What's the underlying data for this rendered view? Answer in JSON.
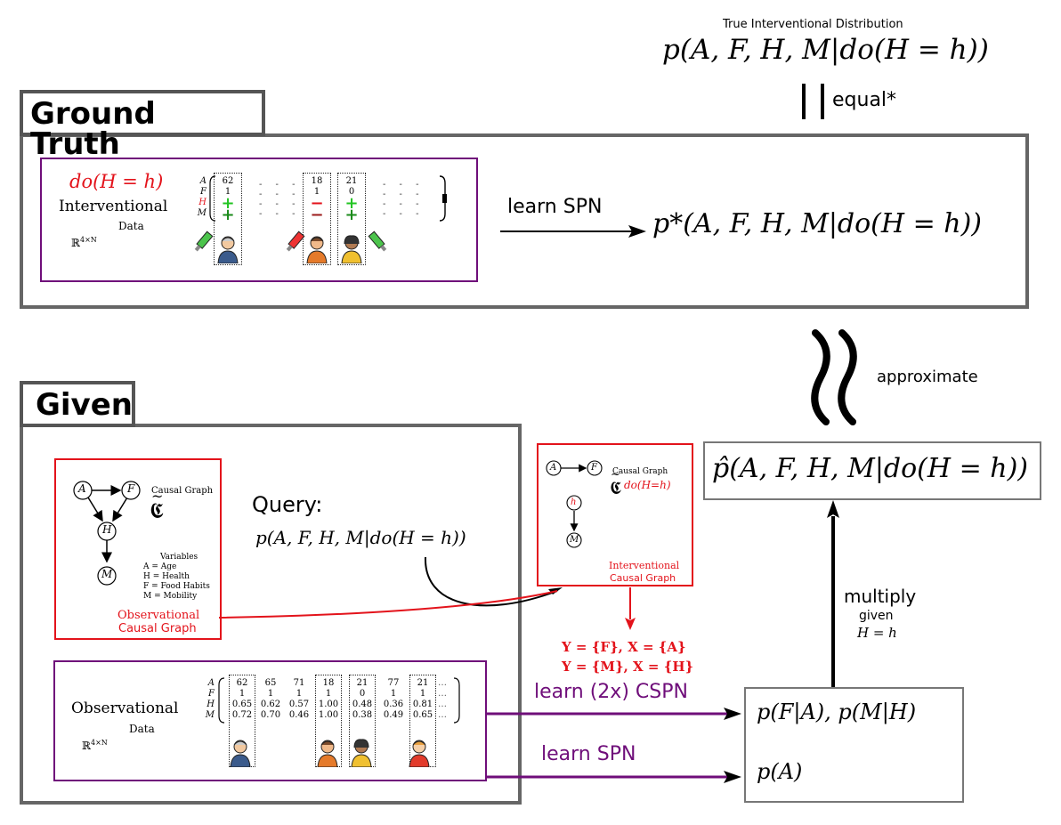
{
  "top": {
    "true_dist_caption": "True Interventional Distribution",
    "true_dist_formula": "p(A, F, H, M|do(H = h))",
    "equal_label": "equal*",
    "approx_label": "approximate"
  },
  "ground_truth": {
    "tag": "Ground Truth",
    "do_label": "do(H = h)",
    "data_title": "Interventional",
    "data_sub": "Data",
    "dims": "ℝ4×N",
    "rows": [
      "A",
      "F",
      "H",
      "M"
    ],
    "columns": [
      {
        "values": [
          "62",
          "1",
          "+",
          "+"
        ]
      },
      {
        "values": [
          "18",
          "1",
          "−",
          "−"
        ]
      },
      {
        "values": [
          "21",
          "0",
          "+",
          "+"
        ]
      }
    ],
    "learn_label": "learn SPN",
    "result_formula": "p*(A, F, H, M|do(H = h))"
  },
  "given": {
    "tag": "Given",
    "causal_graph": {
      "nodes": [
        "A",
        "F",
        "H",
        "M"
      ],
      "caption": "Causal Graph",
      "symbol": "𝕮",
      "variables_title": "Variables",
      "variables": [
        "A = Age",
        "H = Health",
        "F = Food Habits",
        "M = Mobility"
      ],
      "title_line1": "Observational",
      "title_line2": "Causal Graph"
    },
    "query_label": "Query:",
    "query_formula": "p(A, F, H, M|do(H = h))",
    "obs_data": {
      "title": "Observational",
      "sub": "Data",
      "dims": "ℝ4×N",
      "rows": [
        "A",
        "F",
        "H",
        "M"
      ],
      "columns": [
        {
          "values": [
            "62",
            "1",
            "0.65",
            "0.72"
          ],
          "boxed": true
        },
        {
          "values": [
            "65",
            "1",
            "0.62",
            "0.70"
          ],
          "boxed": false
        },
        {
          "values": [
            "71",
            "1",
            "0.57",
            "0.46"
          ],
          "boxed": false
        },
        {
          "values": [
            "18",
            "1",
            "1.00",
            "1.00"
          ],
          "boxed": true
        },
        {
          "values": [
            "21",
            "0",
            "0.48",
            "0.38"
          ],
          "boxed": true
        },
        {
          "values": [
            "77",
            "1",
            "0.36",
            "0.49"
          ],
          "boxed": false
        },
        {
          "values": [
            "21",
            "1",
            "0.81",
            "0.65"
          ],
          "boxed": true
        }
      ],
      "ellipsis": "…"
    }
  },
  "interventional_graph": {
    "nodes": [
      "A",
      "F",
      "h",
      "M"
    ],
    "caption": "Causal Graph",
    "symbol": "𝕮",
    "sup": "do(H=h)",
    "title_line1": "Interventional",
    "title_line2": "Causal Graph"
  },
  "cspn_sets": {
    "line1": "Y = {F}, X = {A}",
    "line2": "Y = {M}, X = {H}"
  },
  "learn_cspn": "learn (2x) CSPN",
  "learn_spn": "learn SPN",
  "model_box": {
    "line1": "p(F|A), p(M|H)",
    "line2": "p(A)"
  },
  "multiply": {
    "label": "multiply",
    "given": "given",
    "cond": "H = h"
  },
  "estimate_formula": "p̂(A, F, H, M|do(H = h))",
  "colors": {
    "red": "#e3131b",
    "purple": "#6f0e7a",
    "box_gray": "#666666",
    "green": "#22c422",
    "dark_red": "#9b1c1c"
  }
}
